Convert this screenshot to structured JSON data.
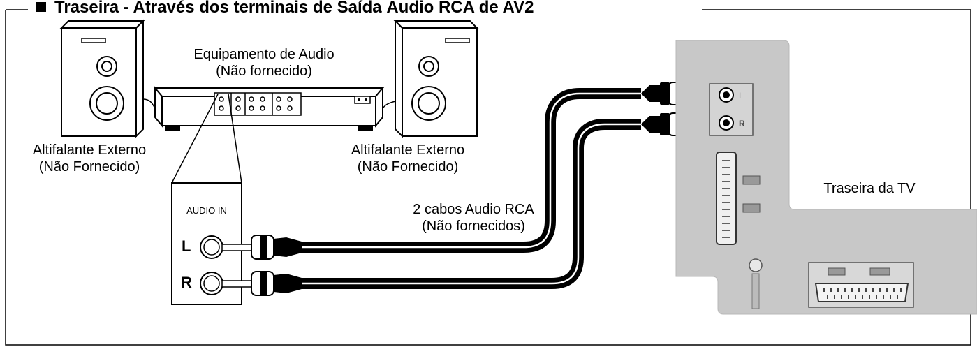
{
  "title": "Traseira - Através dos terminais de Saída Áudio RCA de AV2",
  "labels": {
    "audio_equipment": [
      "Equipamento de Audio",
      "(Não fornecido)"
    ],
    "speaker_left": [
      "Altifalante Externo",
      "(Não Fornecido)"
    ],
    "speaker_right": [
      "Altifalante Externo",
      "(Não Fornecido)"
    ],
    "cables": [
      "2 cabos Audio RCA",
      "(Não fornecidos)"
    ],
    "tv_rear": "Traseira da TV",
    "audio_in": "AUDIO IN",
    "jack_l": "L",
    "jack_r": "R"
  },
  "icons": [
    "speaker-left",
    "speaker-right",
    "audio-equipment",
    "audio-in-panel",
    "rca-cable-left",
    "rca-cable-right",
    "tv-rear-panel"
  ],
  "colors": {
    "line": "#000000",
    "tv_panel": "#c8c8c8",
    "background": "#ffffff"
  }
}
